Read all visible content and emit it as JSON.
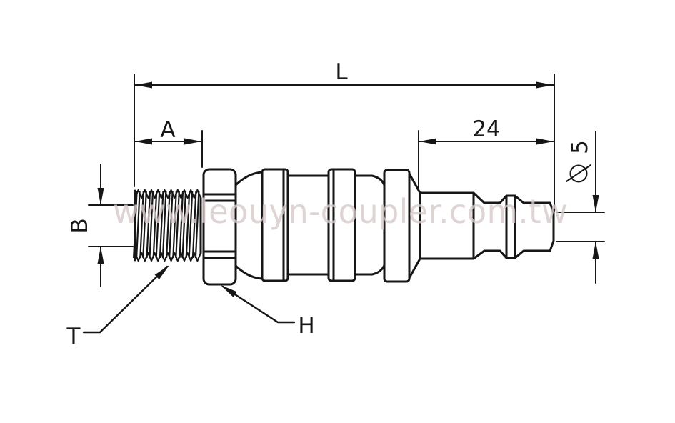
{
  "page": {
    "background": "#ffffff"
  },
  "watermark": {
    "text": "www.leouyn-coupler.com.tw",
    "color": "#d8caca"
  },
  "colors": {
    "line": "#161616"
  },
  "dimensions": {
    "overall_length": "L",
    "thread_length": "A",
    "plug_length": "24",
    "thread_diameter": "B",
    "tip_diameter_symbol": "⌀",
    "tip_diameter_value": "5",
    "thread_callout": "T",
    "hex_flats_callout": "H"
  }
}
